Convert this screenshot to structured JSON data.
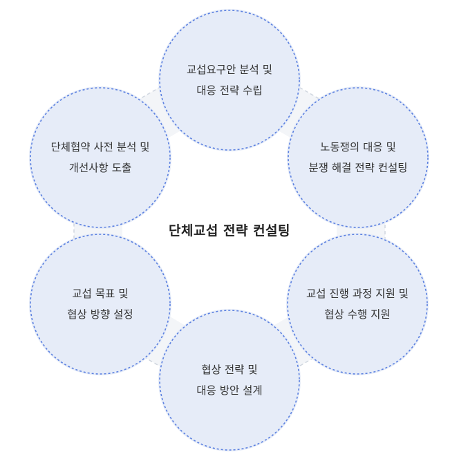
{
  "center_title": "단체교섭 전략 컨설팅",
  "steps": [
    {
      "line1": "교섭요구안 분석 및",
      "line2": "대응 전략 수립"
    },
    {
      "line1": "노동쟁의 대응 및",
      "line2": "분쟁 해결 전략 컨설팅"
    },
    {
      "line1": "교섭 진행 과정 지원 및",
      "line2": "협상 수행 지원"
    },
    {
      "line1": "협상 전략 및",
      "line2": "대응 방안 설계"
    },
    {
      "line1": "교섭 목표 및",
      "line2": "협상 방향 설정"
    },
    {
      "line1": "단체협약 사전 분석 및",
      "line2": "개선사항 도출"
    }
  ],
  "colors": {
    "circle_fill": "#e6ecf8",
    "circle_border": "#5b80e0",
    "ring_fill": "#f3f5f8",
    "ring_border": "#d0d6df",
    "text": "#333333"
  }
}
